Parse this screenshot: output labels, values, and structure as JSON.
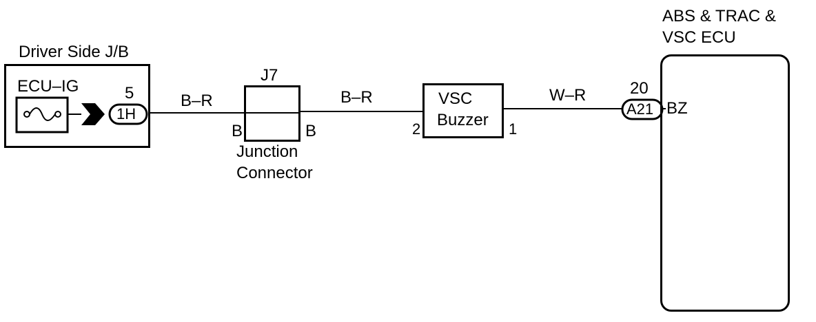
{
  "jb": {
    "title": "Driver Side J/B",
    "fuse_label": "ECU–IG",
    "pin": "5",
    "connector": "1H"
  },
  "junction": {
    "id": "J7",
    "left_pin": "B",
    "right_pin": "B",
    "label_line1": "Junction",
    "label_line2": "Connector"
  },
  "wires": {
    "jb_to_junction": "B–R",
    "junction_to_buzzer": "B–R",
    "buzzer_to_ecu": "W–R"
  },
  "buzzer": {
    "line1": "VSC",
    "line2": "Buzzer",
    "pin_in": "2",
    "pin_out": "1"
  },
  "ecu": {
    "title_line1": "ABS & TRAC &",
    "title_line2": "VSC ECU",
    "pin": "20",
    "connector": "A21",
    "terminal": "BZ"
  }
}
